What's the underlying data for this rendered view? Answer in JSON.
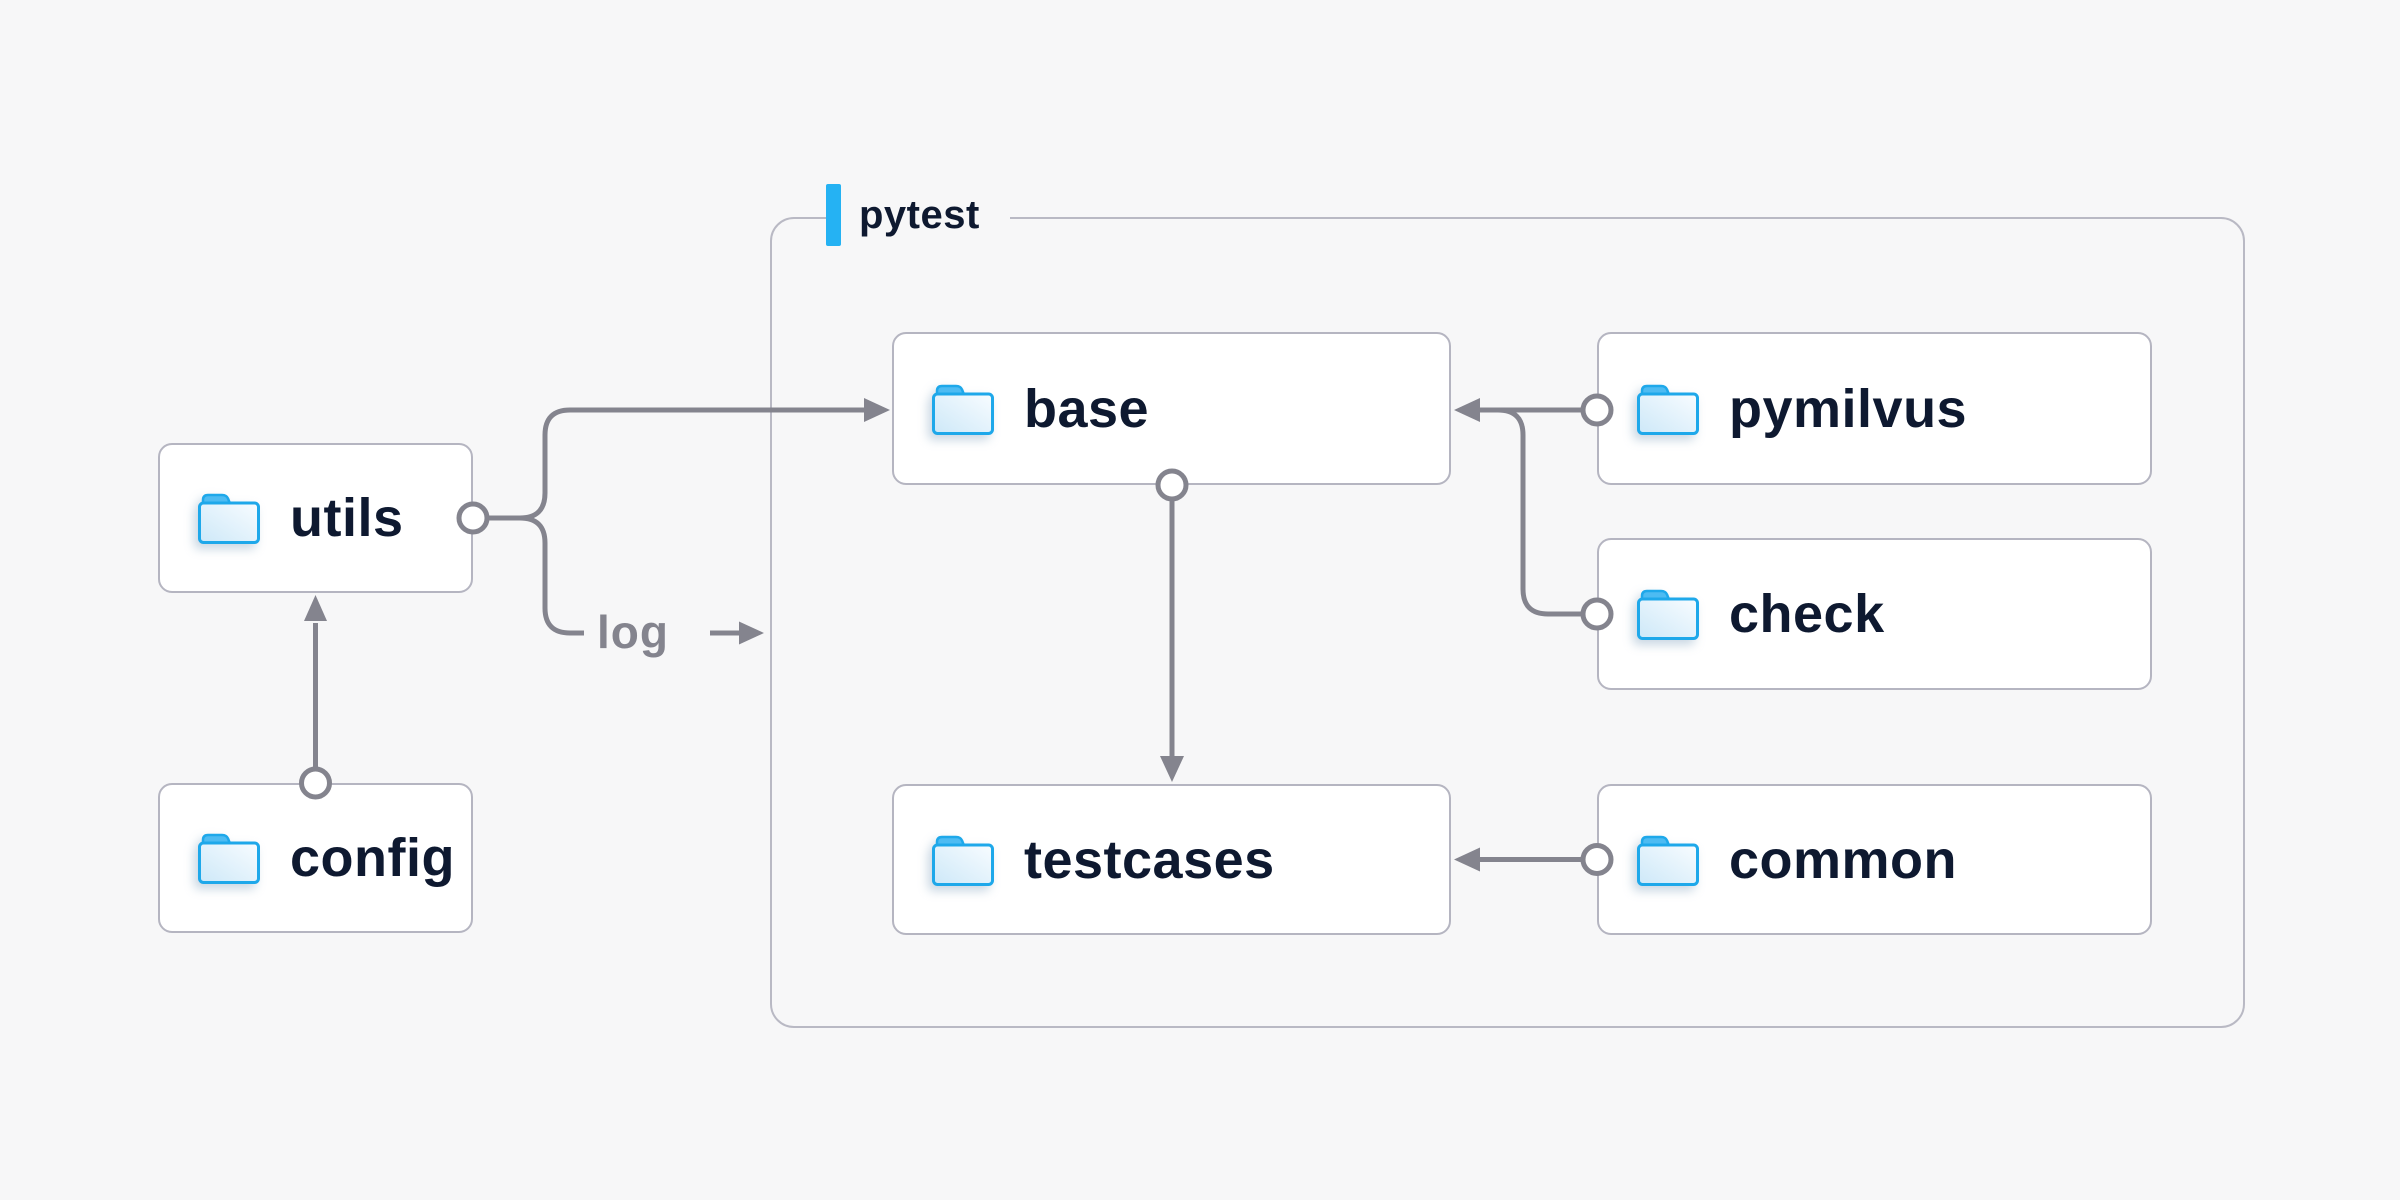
{
  "diagram": {
    "background": "#f7f7f8",
    "container": {
      "label": "pytest",
      "accent_color": "#25b2f3"
    },
    "nodes": [
      {
        "id": "utils",
        "label": "utils",
        "icon": "folder-icon",
        "inside_container": false
      },
      {
        "id": "config",
        "label": "config",
        "icon": "folder-icon",
        "inside_container": false
      },
      {
        "id": "base",
        "label": "base",
        "icon": "folder-icon",
        "inside_container": true
      },
      {
        "id": "testcases",
        "label": "testcases",
        "icon": "folder-icon",
        "inside_container": true
      },
      {
        "id": "pymilvus",
        "label": "pymilvus",
        "icon": "folder-icon",
        "inside_container": true
      },
      {
        "id": "check",
        "label": "check",
        "icon": "folder-icon",
        "inside_container": true
      },
      {
        "id": "common",
        "label": "common",
        "icon": "folder-icon",
        "inside_container": true
      }
    ],
    "edges": [
      {
        "from": "config",
        "to": "utils",
        "label": ""
      },
      {
        "from": "utils",
        "to": "base",
        "label": ""
      },
      {
        "from": "utils",
        "to": "pytest-container",
        "label": "log"
      },
      {
        "from": "base",
        "to": "testcases",
        "label": ""
      },
      {
        "from": "pymilvus",
        "to": "base",
        "label": ""
      },
      {
        "from": "check",
        "to": "base",
        "label": ""
      },
      {
        "from": "common",
        "to": "testcases",
        "label": ""
      }
    ],
    "colors": {
      "node_fill": "#ffffff",
      "node_border": "#b5b5c1",
      "node_text": "#0e1930",
      "container_border": "#b9b9c4",
      "connector": "#84848e",
      "accent_blue": "#25b2f3",
      "folder_outline": "#1ea8ea",
      "folder_tab": "#4dbbf2",
      "edge_label_color": "#84848e"
    }
  }
}
